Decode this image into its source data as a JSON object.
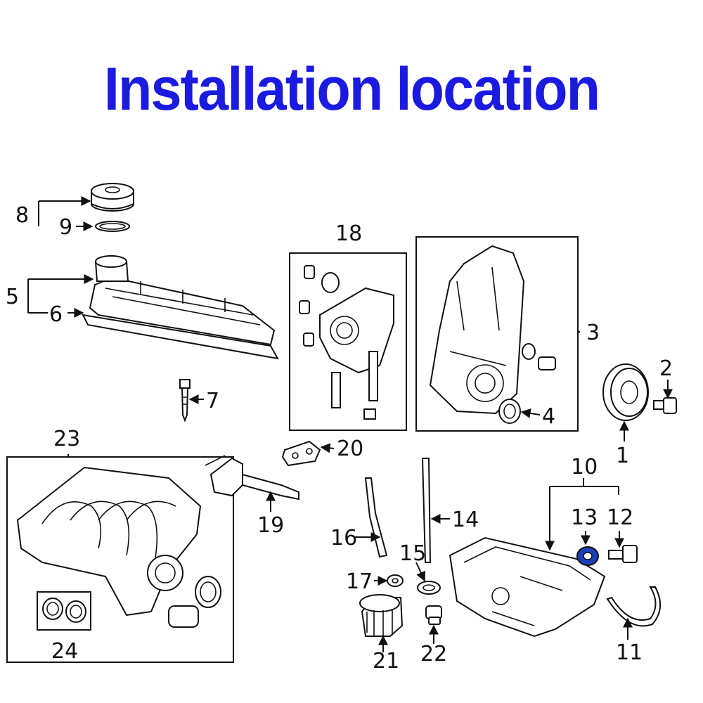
{
  "title": "Installation location",
  "colors": {
    "title": "#1a1ae0",
    "highlight": "#1c3fb8",
    "ink": "#111111"
  },
  "callouts": {
    "c1": "1",
    "c2": "2",
    "c3": "3",
    "c4": "4",
    "c5": "5",
    "c6": "6",
    "c7": "7",
    "c8": "8",
    "c9": "9",
    "c10": "10",
    "c11": "11",
    "c12": "12",
    "c13": "13",
    "c14": "14",
    "c15": "15",
    "c16": "16",
    "c17": "17",
    "c18": "18",
    "c19": "19",
    "c20": "20",
    "c21": "21",
    "c22": "22",
    "c23": "23",
    "c24": "24"
  }
}
